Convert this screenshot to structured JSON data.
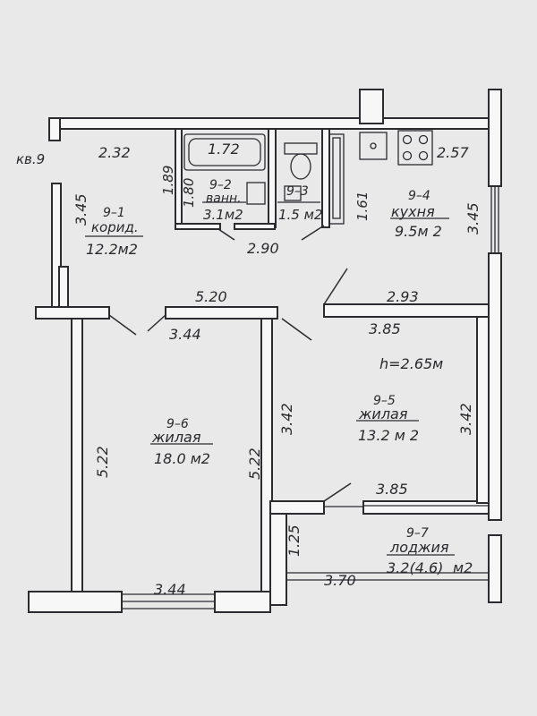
{
  "apartment_label": "кв.9",
  "height_label": "h=2.65м",
  "rooms": {
    "corridor": {
      "number": "9–1",
      "name": "корид.",
      "area": "12.2м2"
    },
    "bathroom": {
      "number": "9–2",
      "name": "ванн.",
      "area": "3.1м2"
    },
    "wc": {
      "number": "9–3",
      "name": "",
      "area": "1.5 м2"
    },
    "kitchen": {
      "number": "9–4",
      "name": "кухня",
      "area": "9.5м 2"
    },
    "living_5": {
      "number": "9–5",
      "name": "жилая",
      "area": "13.2 м 2"
    },
    "living_6": {
      "number": "9–6",
      "name": "жилая",
      "area": "18.0 м2"
    },
    "loggia": {
      "number": "9–7",
      "name": "лоджия",
      "area": "3.2(4.6)",
      "unit": "м2"
    }
  },
  "dimensions": {
    "d_232": "2.32",
    "d_172": "1.72",
    "d_257": "2.57",
    "d_189": "1.89",
    "d_180": "1.80",
    "d_345_left": "3.45",
    "d_345_right": "3.45",
    "d_161": "1.61",
    "d_290": "2.90",
    "d_520": "5.20",
    "d_293": "2.93",
    "d_344_top": "3.44",
    "d_385_top": "3.85",
    "d_342_mid": "3.42",
    "d_342_right": "3.42",
    "d_522_left": "5.22",
    "d_522_mid": "5.22",
    "d_385_bottom": "3.85",
    "d_125": "1.25",
    "d_344_bottom": "3.44",
    "d_370": "3.70"
  }
}
